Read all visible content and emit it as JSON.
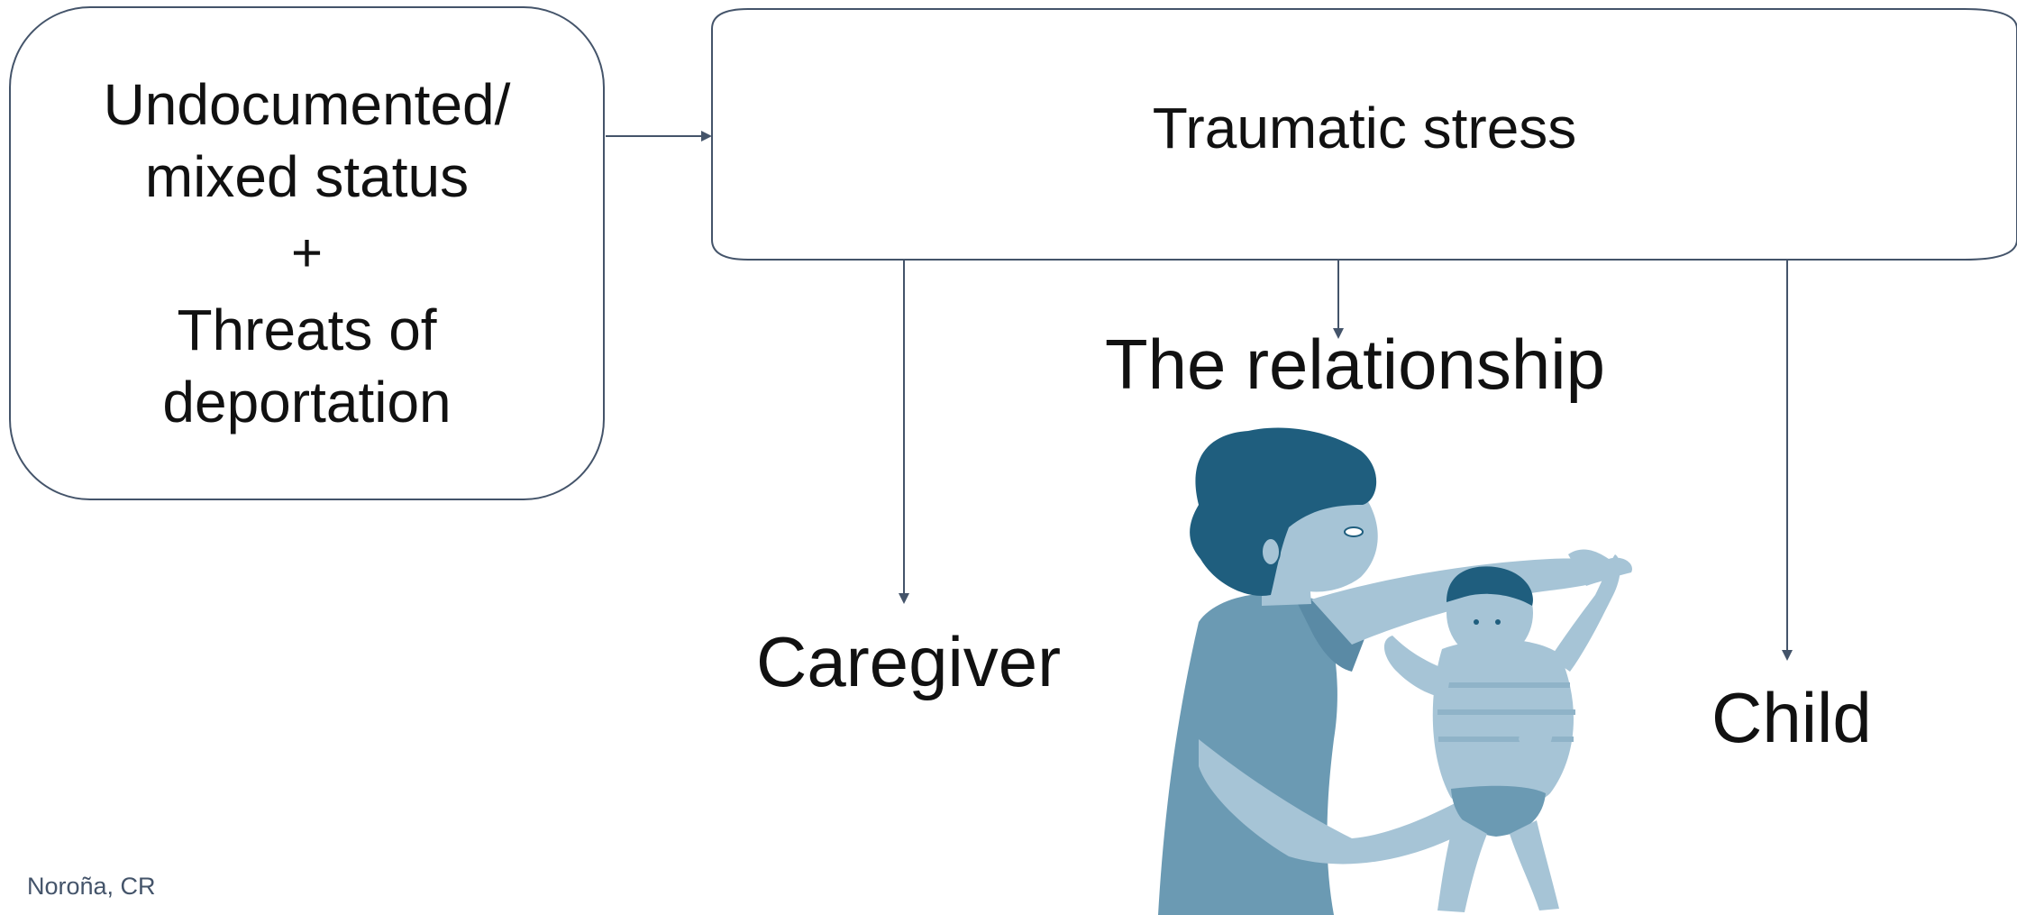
{
  "source_box": {
    "line1": "Undocumented/",
    "line2": "mixed status",
    "plus": "+",
    "line3": "Threats of",
    "line4": "deportation"
  },
  "stress_box": {
    "label": "Traumatic stress"
  },
  "targets": {
    "relationship": "The relationship",
    "caregiver": "Caregiver",
    "child": "Child"
  },
  "credit": "Noroña, CR",
  "colors": {
    "outline": "#44546a",
    "illustration_dark": "#1f5e7e",
    "illustration_mid": "#6b9ab3",
    "illustration_light": "#a6c4d6",
    "text": "#111111"
  },
  "illustration": {
    "icon": "caregiver-holding-baby-illustration"
  }
}
